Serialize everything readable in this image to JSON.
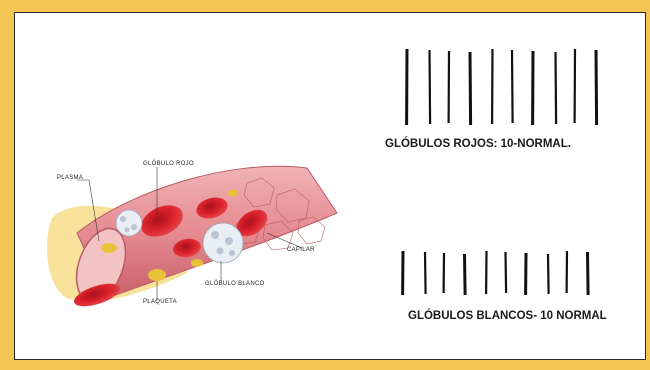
{
  "diagram": {
    "labels": {
      "plasma": "PLASMA",
      "red_cell": "GLÓBULO ROJO",
      "capillary": "CAPILAR",
      "white_cell": "GLÓBULO BLANCO",
      "platelet": "PLAQUETA"
    }
  },
  "counts": {
    "red": {
      "caption": "GLÓBULOS ROJOS: 10-NORMAL.",
      "tally": 10
    },
    "white": {
      "caption": "GLÓBULOS BLANCOS- 10 NORMAL",
      "tally": 10
    }
  },
  "colors": {
    "frame": "#f3c653",
    "vessel": "#e8979b",
    "red_cell": "#d8202a",
    "platelet": "#e8c33a",
    "white_cell": "#e9edf4"
  }
}
